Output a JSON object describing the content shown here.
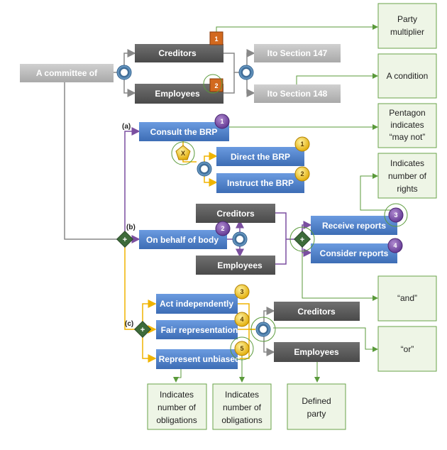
{
  "header": {
    "text": ""
  },
  "boxes": {
    "committee": "A committee of",
    "creditors_top": "Creditors",
    "employees_top": "Employees",
    "ito147": "Ito  Section 147",
    "ito148": "Ito Section 148",
    "consult": "Consult the BRP",
    "direct": "Direct the BRP",
    "instruct": "Instruct the BRP",
    "creditors_mid": "Creditors",
    "on_behalf": "On behalf of body",
    "employees_mid": "Employees",
    "receive": "Receive reports",
    "consider": "Consider reports",
    "act": "Act independently",
    "fair": "Fair representation",
    "unbiased": "Represent unbiased",
    "creditors_bot": "Creditors",
    "employees_bot": "Employees"
  },
  "section_labels": {
    "a": "(a)",
    "b": "(b)",
    "c": "(c)"
  },
  "badges": {
    "party_top": "1",
    "party_bottom": "2",
    "consult": "1",
    "direct": "1",
    "instruct": "2",
    "on_behalf": "2",
    "receive": "3",
    "consider": "4",
    "act": "3",
    "fair": "4",
    "unbiased": "5",
    "pentagon": "X"
  },
  "notes": {
    "party_multiplier": [
      "Party",
      "multiplier"
    ],
    "condition": [
      "A condition"
    ],
    "pentagon": [
      "Pentagon",
      "indicates",
      "“may not”"
    ],
    "rights": [
      "Indicates",
      "number of",
      "rights"
    ],
    "and": [
      "“and”"
    ],
    "or": [
      "“or”"
    ],
    "obligations_1": [
      "Indicates",
      "number of",
      "obligations"
    ],
    "obligations_2": [
      "Indicates",
      "number of",
      "obligations"
    ],
    "defined_party": [
      "Defined",
      "party"
    ]
  },
  "colors": {
    "gray_box": "#b7b7b7",
    "dark_box": "#5a5a5a",
    "blue_box": "#4a7cc4",
    "purple": "#7b4fa0",
    "yellow": "#f5c518",
    "green_line": "#5a9a3a",
    "note_fill": "#eef5e6",
    "note_border": "#6aa34a"
  }
}
